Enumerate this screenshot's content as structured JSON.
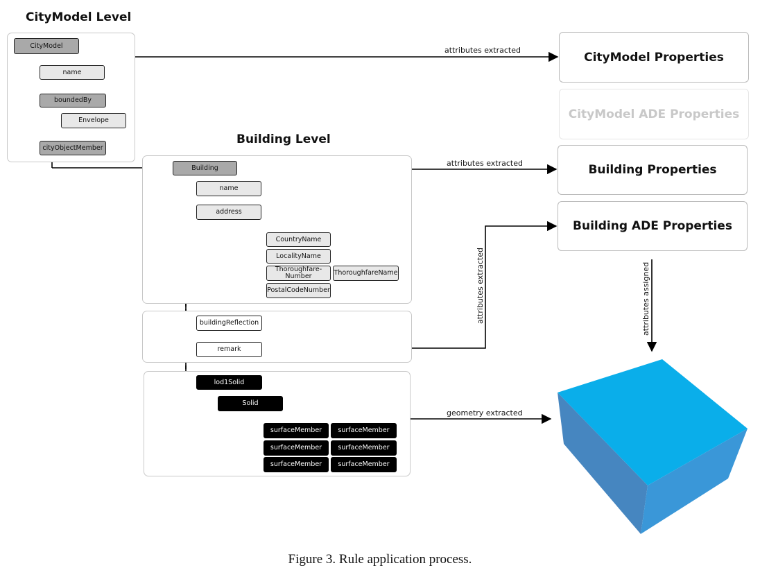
{
  "titles": {
    "citymodel_level": "CityModel Level",
    "building_level": "Building Level"
  },
  "nodes": {
    "citymodel": "CityModel",
    "cm_name": "name",
    "bounded_by": "boundedBy",
    "envelope": "Envelope",
    "city_object_member": "cityObjectMember",
    "building": "Building",
    "b_name": "name",
    "address": "address",
    "country_name": "CountryName",
    "locality_name": "LocalityName",
    "thoroughfare_number_1": "Thoroughfare-",
    "thoroughfare_number_2": "Number",
    "thoroughfare_name": "ThoroughfareName",
    "postal_code_number": "PostalCodeNumber",
    "building_reflection": "buildingReflection",
    "remark": "remark",
    "lod1solid": "lod1Solid",
    "solid": "Solid",
    "surface_member": "surfaceMember"
  },
  "properties": {
    "citymodel_props": "CityModel Properties",
    "citymodel_ade_props": "CityModel ADE Properties",
    "building_props": "Building Properties",
    "building_ade_props": "Building ADE Properties"
  },
  "arrow_labels": {
    "attributes_extracted": "attributes extracted",
    "geometry_extracted": "geometry extracted",
    "attributes_assigned": "attributes assigned"
  },
  "colors": {
    "panel_border": "#c8c8c8",
    "node_gray": "#a9a9a9",
    "node_light": "#e8e8e8",
    "node_black": "#000000",
    "cube_top": "#0aaeea",
    "cube_left": "#4686c0",
    "cube_right": "#3a97d8"
  },
  "caption": "Figure 3. Rule application process."
}
